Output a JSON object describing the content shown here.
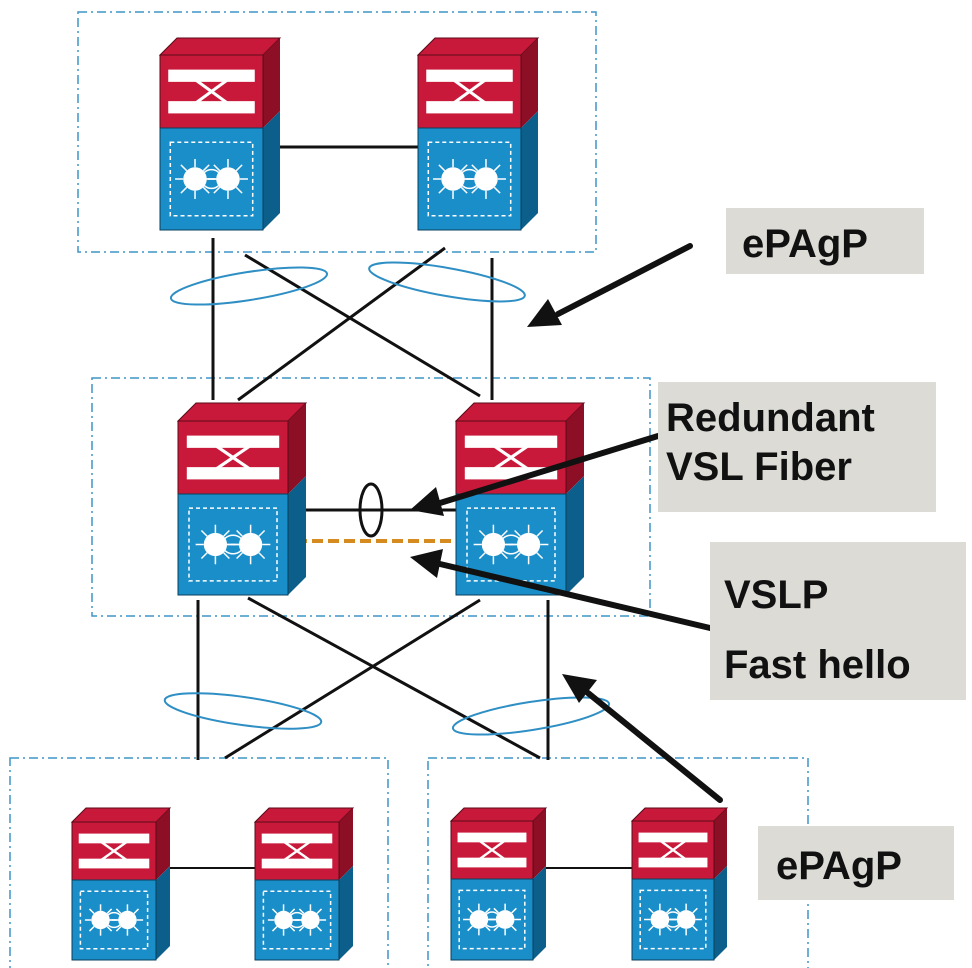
{
  "labels": {
    "epagp_top": "ePAgP",
    "redundant_line1": "Redundant",
    "redundant_line2": "VSL Fiber",
    "vslp_line1": "VSLP",
    "vslp_line2": "Fast hello",
    "epagp_bottom": "ePAgP"
  },
  "colors": {
    "switch_top_face": "#c8193a",
    "switch_top_side": "#8c0f26",
    "switch_body_face": "#1a8ec9",
    "switch_body_side": "#0c5f8a",
    "group_border": "#3f95c7",
    "ellipse": "#2f8fc4",
    "link_line": "#111111",
    "vslp_dashed": "#d78a1e",
    "label_bg": "#dcdbd6"
  }
}
